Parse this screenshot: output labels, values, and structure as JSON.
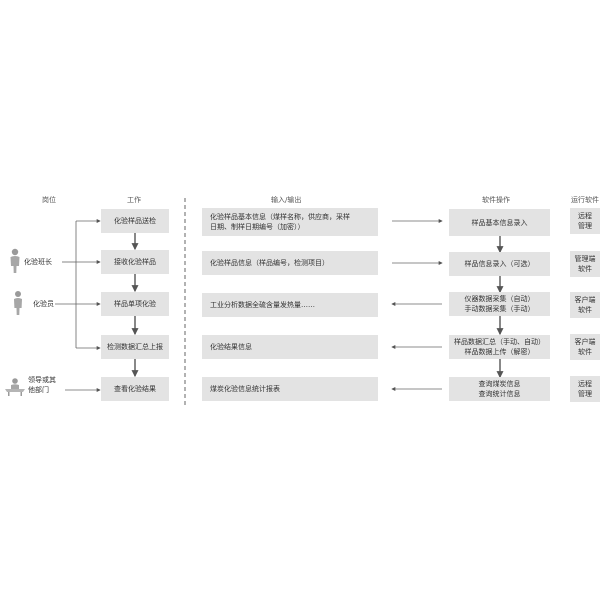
{
  "headers": {
    "position": "岗位",
    "work": "工作",
    "io": "输入/输出",
    "software_op": "软件操作",
    "run_software": "运行软件"
  },
  "roles": {
    "shift_leader": "化验班长",
    "tester": "化验员",
    "leaders": "领导或其\n他部门"
  },
  "work_steps": [
    "化验样品送检",
    "接收化验样品",
    "样品单项化验",
    "检测数据汇总上报",
    "查看化验结果"
  ],
  "io_items": [
    "化验样品基本信息（煤样名称，供应商，采样\n日期、制样日期编号（加密））",
    "化验样品信息（样品编号，检测项目）",
    "工业分析数据全硫含量发热量……",
    "化验结果信息",
    "煤炭化验信息统计报表"
  ],
  "software_ops": [
    "样品基本信息录入",
    "样品信息录入（可选）",
    "仪器数据采集（自动）\n手动数据采集（手动）",
    "样品数据汇总（手动、自动）\n样品数据上传（解密）",
    "查询煤炭信息\n查询统计信息"
  ],
  "run_software": [
    "远程\n管理",
    "管理端\n软件",
    "客户端\n软件",
    "客户端\n软件",
    "远程\n管理"
  ],
  "colors": {
    "box_fill": "#e3e3e3",
    "line": "#666666",
    "arrow": "#555555"
  }
}
